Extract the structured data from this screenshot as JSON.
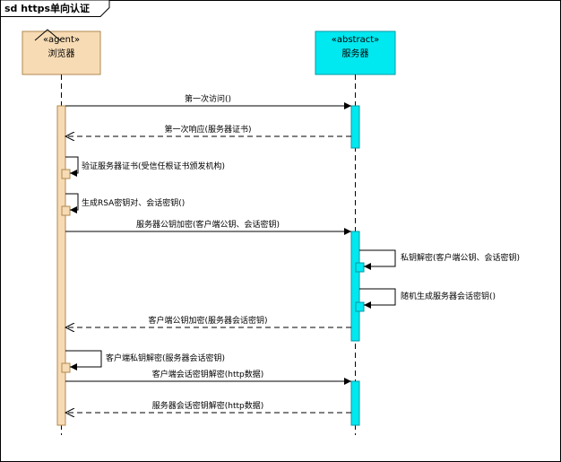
{
  "diagram": {
    "frame_title": "sd https单向认证",
    "participants": [
      {
        "id": "browser",
        "stereotype": "«agent»",
        "name": "浏览器",
        "fill": "#f7dbb4",
        "stroke": "#b08850"
      },
      {
        "id": "server",
        "stereotype": "«abstract»",
        "name": "服务器",
        "fill": "#00e8f0",
        "stroke": "#009aa6"
      }
    ],
    "colors": {
      "line": "#000000",
      "label": "#000000"
    },
    "messages": [
      {
        "label": "第一次访问()",
        "from": "browser",
        "to": "server",
        "style": "sync"
      },
      {
        "label": "第一次响应(服务器证书)",
        "from": "server",
        "to": "browser",
        "style": "return"
      },
      {
        "label": "验证服务器证书(受信任根证书颁发机构)",
        "from": "browser",
        "to": "browser",
        "style": "self"
      },
      {
        "label": "生成RSA密钥对、会话密钥()",
        "from": "browser",
        "to": "browser",
        "style": "self"
      },
      {
        "label": "服务器公钥加密(客户端公钥、会话密钥)",
        "from": "browser",
        "to": "server",
        "style": "sync"
      },
      {
        "label": "私钥解密(客户端公钥、会话密钥)",
        "from": "server",
        "to": "server",
        "style": "self"
      },
      {
        "label": "随机生成服务器会话密钥()",
        "from": "server",
        "to": "server",
        "style": "self"
      },
      {
        "label": "客户端公钥加密(服务器会话密钥)",
        "from": "server",
        "to": "browser",
        "style": "return"
      },
      {
        "label": "客户端私钥解密(服务器会话密钥)",
        "from": "browser",
        "to": "browser",
        "style": "self"
      },
      {
        "label": "客户端会话密钥解密(http数据)",
        "from": "browser",
        "to": "server",
        "style": "sync"
      },
      {
        "label": "服务器会话密钥解密(http数据)",
        "from": "server",
        "to": "browser",
        "style": "return"
      }
    ]
  }
}
